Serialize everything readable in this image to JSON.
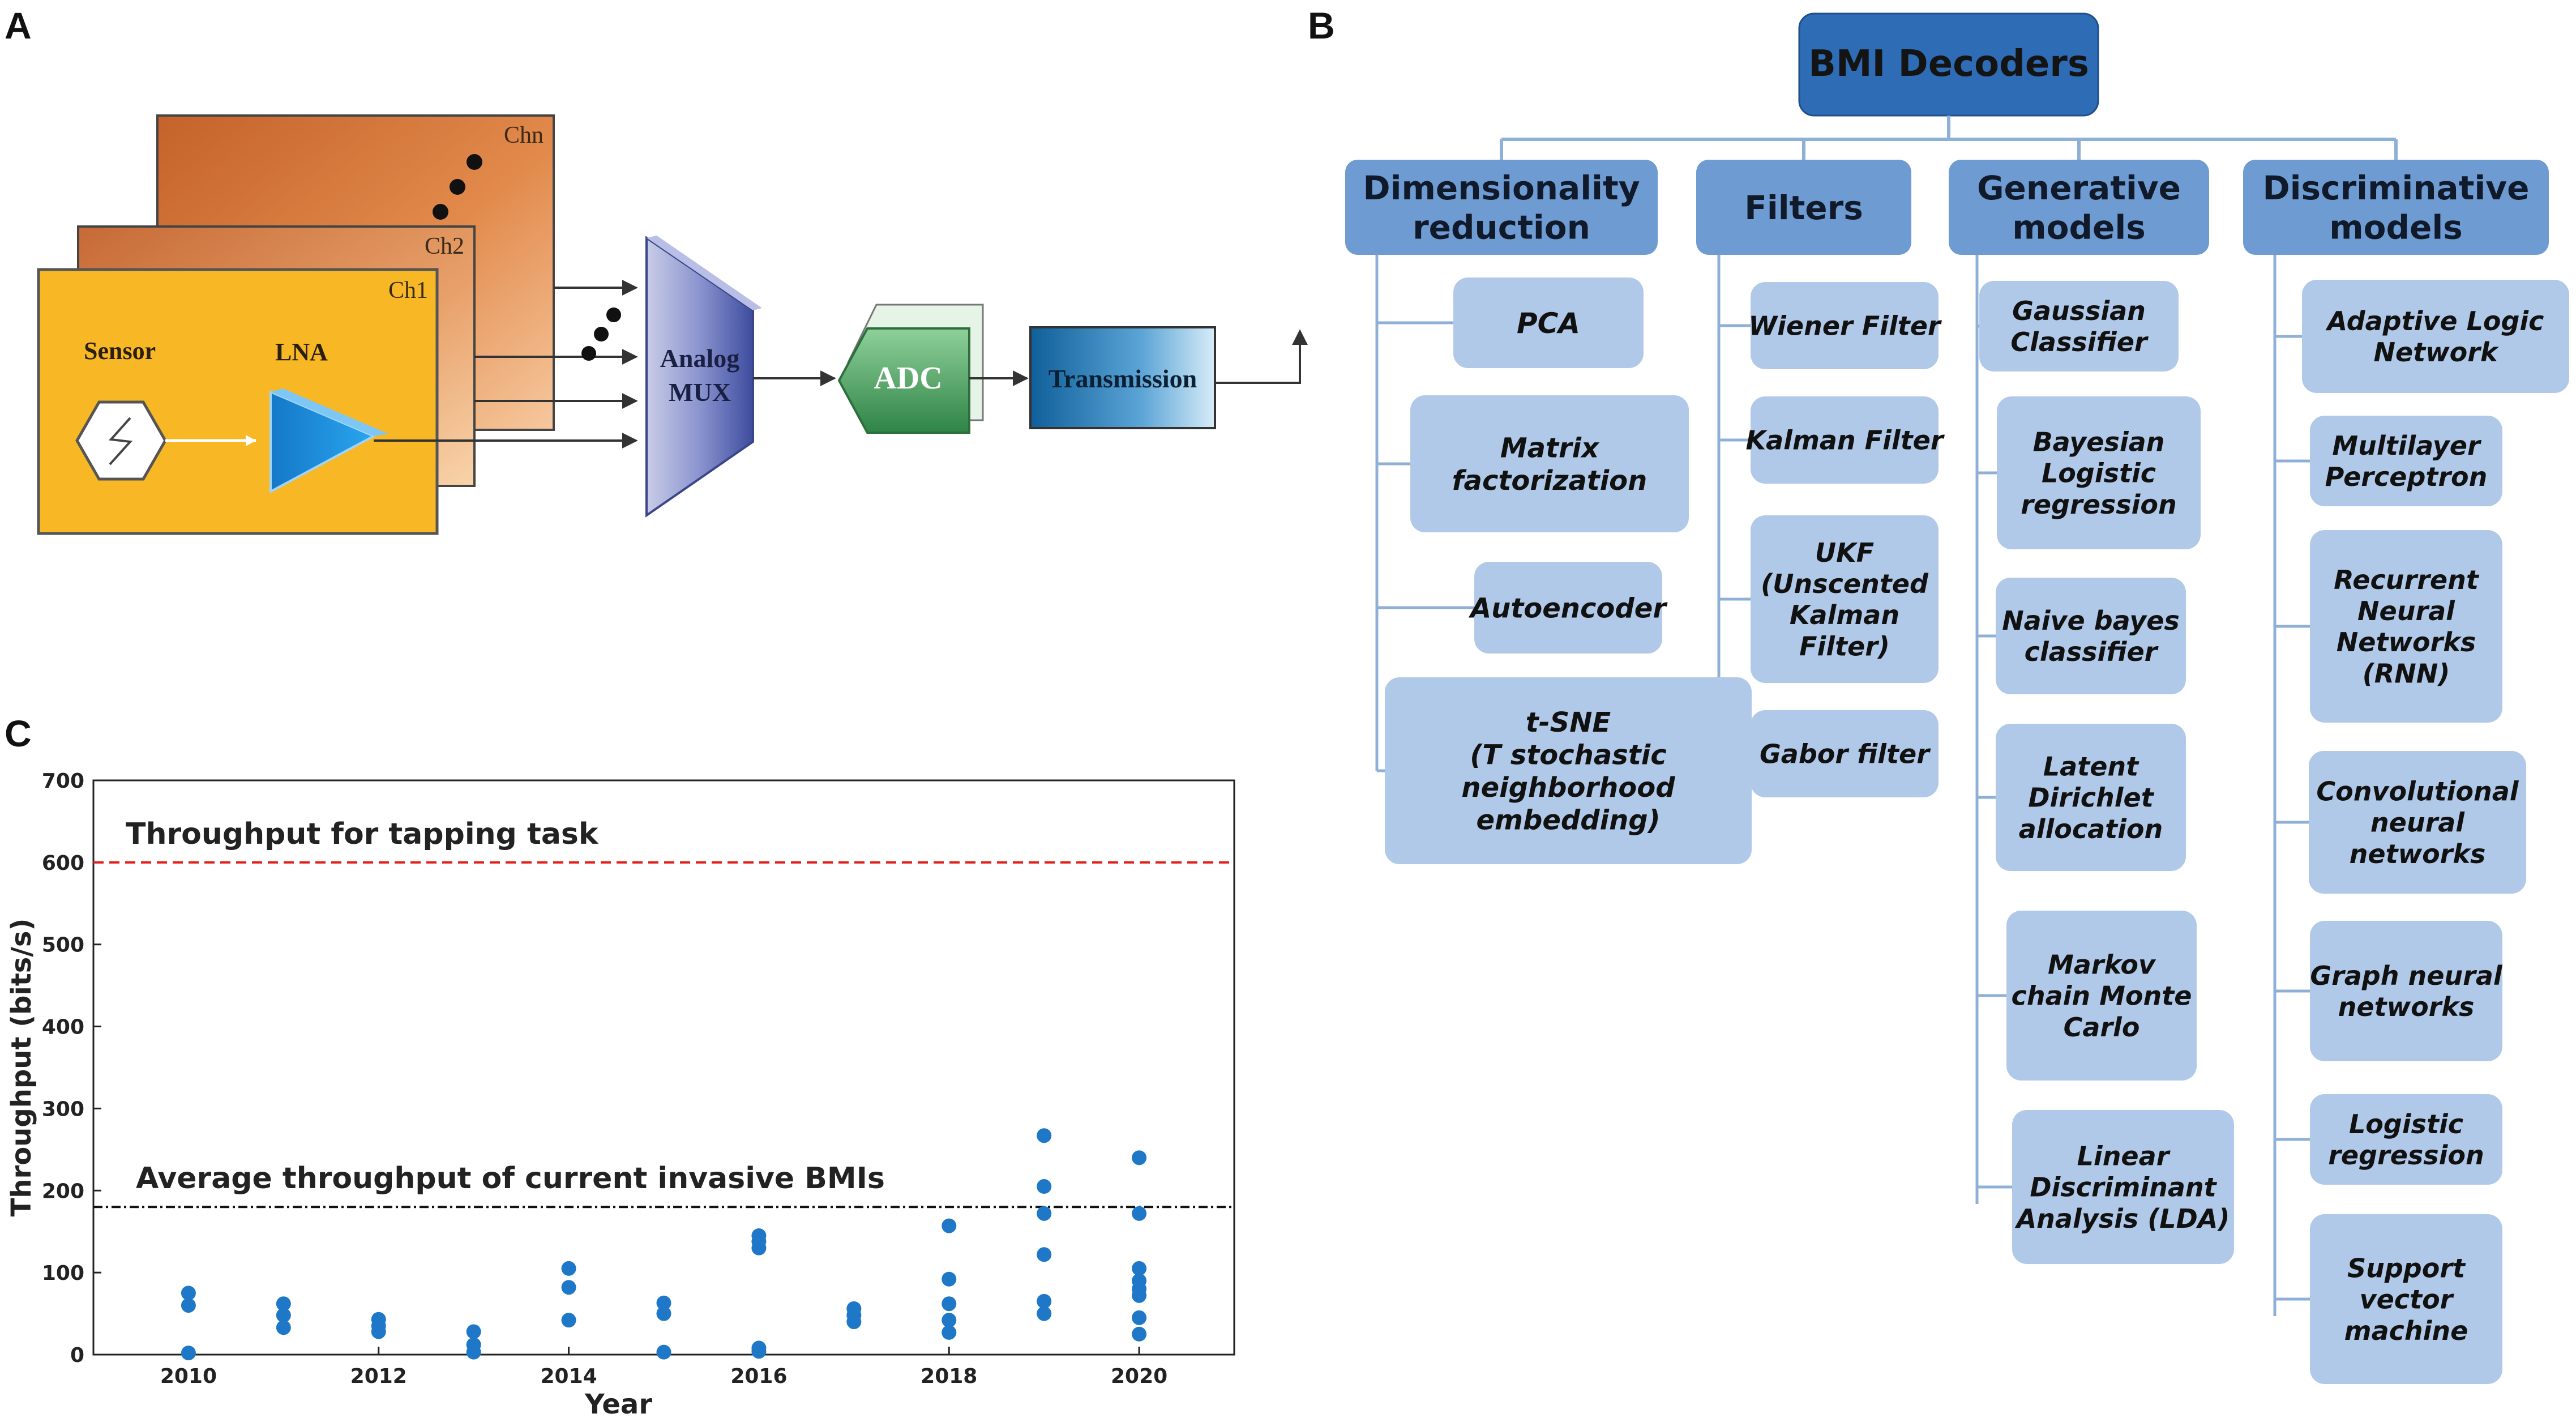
{
  "panel_labels": {
    "a": "A",
    "b": "B",
    "c": "C"
  },
  "panel_a": {
    "channels": [
      "Ch1",
      "Ch2",
      "Chn"
    ],
    "sensor_label": "Sensor",
    "lna_label": "LNA",
    "mux_label": [
      "Analog",
      "MUX"
    ],
    "adc_label": "ADC",
    "transmission_label": "Transmission",
    "colors": {
      "ch1": "#f8b826",
      "ch2": "#e49454",
      "chn": "#d27838",
      "mux": "#7d86c6",
      "adc": "#4aa05e",
      "transmission": "#1e7ab8",
      "lna": "#1a8ad8"
    }
  },
  "panel_b": {
    "root": "BMI Decoders",
    "colors": {
      "root": "#2e6cb5",
      "category": "#6e9bd2",
      "item": "#b1c9e8",
      "connector": "#8fb0d6"
    },
    "columns": [
      {
        "title": [
          "Dimensionality",
          "reduction"
        ],
        "items": [
          [
            "PCA"
          ],
          [
            "Matrix",
            "factorization"
          ],
          [
            "Autoencoder"
          ],
          [
            "t-SNE",
            "(T stochastic",
            "neighborhood",
            "embedding)"
          ]
        ]
      },
      {
        "title": [
          "Filters"
        ],
        "items": [
          [
            "Wiener Filter"
          ],
          [
            "Kalman Filter"
          ],
          [
            "UKF",
            "(Unscented",
            "Kalman",
            "Filter)"
          ],
          [
            "Gabor filter"
          ]
        ]
      },
      {
        "title": [
          "Generative",
          "models"
        ],
        "items": [
          [
            "Gaussian",
            "Classifier"
          ],
          [
            "Bayesian",
            "Logistic",
            "regression"
          ],
          [
            "Naive bayes",
            "classifier"
          ],
          [
            "Latent",
            "Dirichlet",
            "allocation"
          ],
          [
            "Markov",
            "chain Monte",
            "Carlo"
          ],
          [
            "Linear",
            "Discriminant",
            "Analysis (LDA)"
          ]
        ]
      },
      {
        "title": [
          "Discriminative",
          "models"
        ],
        "items": [
          [
            "Adaptive Logic",
            "Network"
          ],
          [
            "Multilayer",
            "Perceptron"
          ],
          [
            "Recurrent",
            "Neural",
            "Networks",
            "(RNN)"
          ],
          [
            "Convolutional",
            "neural",
            "networks"
          ],
          [
            "Graph neural",
            "networks"
          ],
          [
            "Logistic",
            "regression"
          ],
          [
            "Support",
            "vector",
            "machine"
          ]
        ]
      }
    ]
  },
  "chart_data": {
    "type": "scatter",
    "xlabel": "Year",
    "ylabel": "Throughput (bits/s)",
    "xlim": [
      2009,
      2021
    ],
    "ylim": [
      0,
      700
    ],
    "x_ticks": [
      2010,
      2012,
      2014,
      2016,
      2018,
      2020
    ],
    "y_ticks": [
      0,
      100,
      200,
      300,
      400,
      500,
      600,
      700
    ],
    "grid": false,
    "point_color": "#1f77c8",
    "reference_lines": [
      {
        "label": "Throughput for tapping task",
        "y": 600,
        "color": "#e0201b",
        "style": "dashed"
      },
      {
        "label": "Average throughput of current invasive BMIs",
        "y": 180,
        "color": "#111111",
        "style": "dashdot"
      }
    ],
    "points": [
      {
        "x": 2010,
        "y": 75
      },
      {
        "x": 2010,
        "y": 60
      },
      {
        "x": 2010,
        "y": 2
      },
      {
        "x": 2011,
        "y": 62
      },
      {
        "x": 2011,
        "y": 48
      },
      {
        "x": 2011,
        "y": 33
      },
      {
        "x": 2012,
        "y": 43
      },
      {
        "x": 2012,
        "y": 35
      },
      {
        "x": 2012,
        "y": 28
      },
      {
        "x": 2013,
        "y": 28
      },
      {
        "x": 2013,
        "y": 12
      },
      {
        "x": 2013,
        "y": 3
      },
      {
        "x": 2014,
        "y": 105
      },
      {
        "x": 2014,
        "y": 82
      },
      {
        "x": 2014,
        "y": 42
      },
      {
        "x": 2015,
        "y": 63
      },
      {
        "x": 2015,
        "y": 50
      },
      {
        "x": 2015,
        "y": 3
      },
      {
        "x": 2016,
        "y": 145
      },
      {
        "x": 2016,
        "y": 138
      },
      {
        "x": 2016,
        "y": 130
      },
      {
        "x": 2016,
        "y": 8
      },
      {
        "x": 2016,
        "y": 4
      },
      {
        "x": 2017,
        "y": 56
      },
      {
        "x": 2017,
        "y": 48
      },
      {
        "x": 2017,
        "y": 40
      },
      {
        "x": 2018,
        "y": 157
      },
      {
        "x": 2018,
        "y": 92
      },
      {
        "x": 2018,
        "y": 62
      },
      {
        "x": 2018,
        "y": 42
      },
      {
        "x": 2018,
        "y": 27
      },
      {
        "x": 2019,
        "y": 267
      },
      {
        "x": 2019,
        "y": 205
      },
      {
        "x": 2019,
        "y": 172
      },
      {
        "x": 2019,
        "y": 122
      },
      {
        "x": 2019,
        "y": 65
      },
      {
        "x": 2019,
        "y": 50
      },
      {
        "x": 2020,
        "y": 240
      },
      {
        "x": 2020,
        "y": 172
      },
      {
        "x": 2020,
        "y": 105
      },
      {
        "x": 2020,
        "y": 90
      },
      {
        "x": 2020,
        "y": 80
      },
      {
        "x": 2020,
        "y": 72
      },
      {
        "x": 2020,
        "y": 45
      },
      {
        "x": 2020,
        "y": 25
      }
    ]
  }
}
